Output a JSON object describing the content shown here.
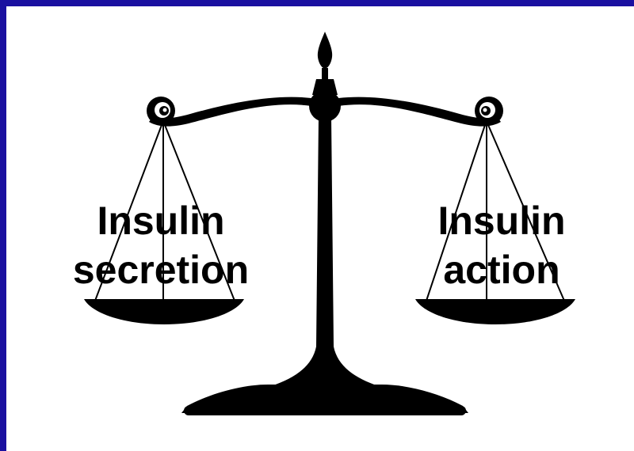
{
  "slide": {
    "frame_color": "#1a10a0",
    "background": "#ffffff",
    "left_pan": {
      "line1": "Insulin",
      "line2": "secretion"
    },
    "right_pan": {
      "line1": "Insulin",
      "line2": "action"
    }
  },
  "graphic": {
    "icon": "balance-scale-icon",
    "color": "#000000"
  }
}
